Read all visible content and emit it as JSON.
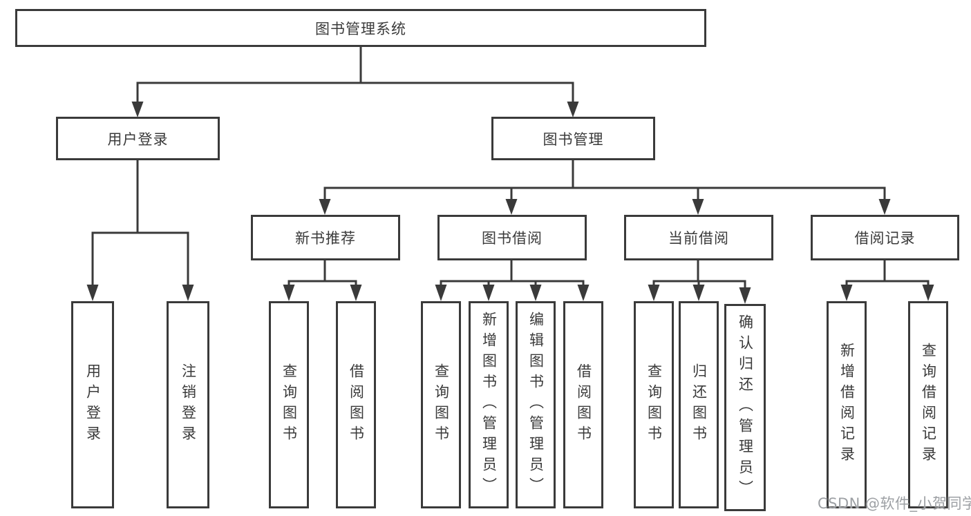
{
  "tree": {
    "root": "图书管理系统",
    "user": {
      "label": "用户登录",
      "children": [
        "用户登录",
        "注销登录"
      ]
    },
    "management": {
      "label": "图书管理",
      "sections": {
        "newbooks": {
          "label": "新书推荐",
          "children": [
            "查询图书",
            "借阅图书"
          ]
        },
        "borrowing": {
          "label": "图书借阅",
          "children": [
            "查询图书",
            "新增图书（管理员）",
            "编辑图书（管理员）",
            "借阅图书"
          ]
        },
        "current": {
          "label": "当前借阅",
          "children": [
            "查询图书",
            "归还图书",
            "确认归还（管理员）"
          ]
        },
        "records": {
          "label": "借阅记录",
          "children": [
            "新增借阅记录",
            "查询借阅记录"
          ]
        }
      }
    }
  },
  "watermark": {
    "text": "CSDN @软件_小贺同学"
  },
  "colors": {
    "line": "#3a3a3a",
    "text": "#3a3a3a",
    "box_background": "#ffffff",
    "watermark": "#9da0a4"
  }
}
